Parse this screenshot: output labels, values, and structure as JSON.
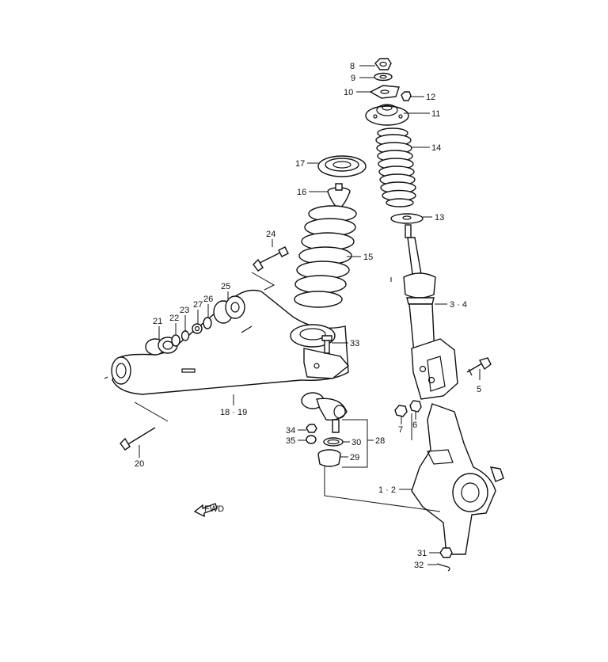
{
  "diagram": {
    "callouts": [
      {
        "id": "8",
        "text": "8"
      },
      {
        "id": "9",
        "text": "9"
      },
      {
        "id": "10",
        "text": "10"
      },
      {
        "id": "12",
        "text": "12"
      },
      {
        "id": "11",
        "text": "11"
      },
      {
        "id": "14",
        "text": "14"
      },
      {
        "id": "17",
        "text": "17"
      },
      {
        "id": "16",
        "text": "16"
      },
      {
        "id": "13",
        "text": "13"
      },
      {
        "id": "24",
        "text": "24"
      },
      {
        "id": "15",
        "text": "15"
      },
      {
        "id": "25",
        "text": "25"
      },
      {
        "id": "3-4",
        "text": "3 · 4"
      },
      {
        "id": "21",
        "text": "21"
      },
      {
        "id": "22",
        "text": "22"
      },
      {
        "id": "23",
        "text": "23"
      },
      {
        "id": "27",
        "text": "27"
      },
      {
        "id": "26",
        "text": "26"
      },
      {
        "id": "33",
        "text": "33"
      },
      {
        "id": "5",
        "text": "5"
      },
      {
        "id": "6",
        "text": "6"
      },
      {
        "id": "7",
        "text": "7"
      },
      {
        "id": "18-19",
        "text": "18 · 19"
      },
      {
        "id": "34",
        "text": "34"
      },
      {
        "id": "35",
        "text": "35"
      },
      {
        "id": "30",
        "text": "30"
      },
      {
        "id": "28",
        "text": "28"
      },
      {
        "id": "29",
        "text": "29"
      },
      {
        "id": "20",
        "text": "20"
      },
      {
        "id": "1-2",
        "text": "1 · 2"
      },
      {
        "id": "31",
        "text": "31"
      },
      {
        "id": "32",
        "text": "32"
      }
    ],
    "arrow_text": "FWD"
  }
}
